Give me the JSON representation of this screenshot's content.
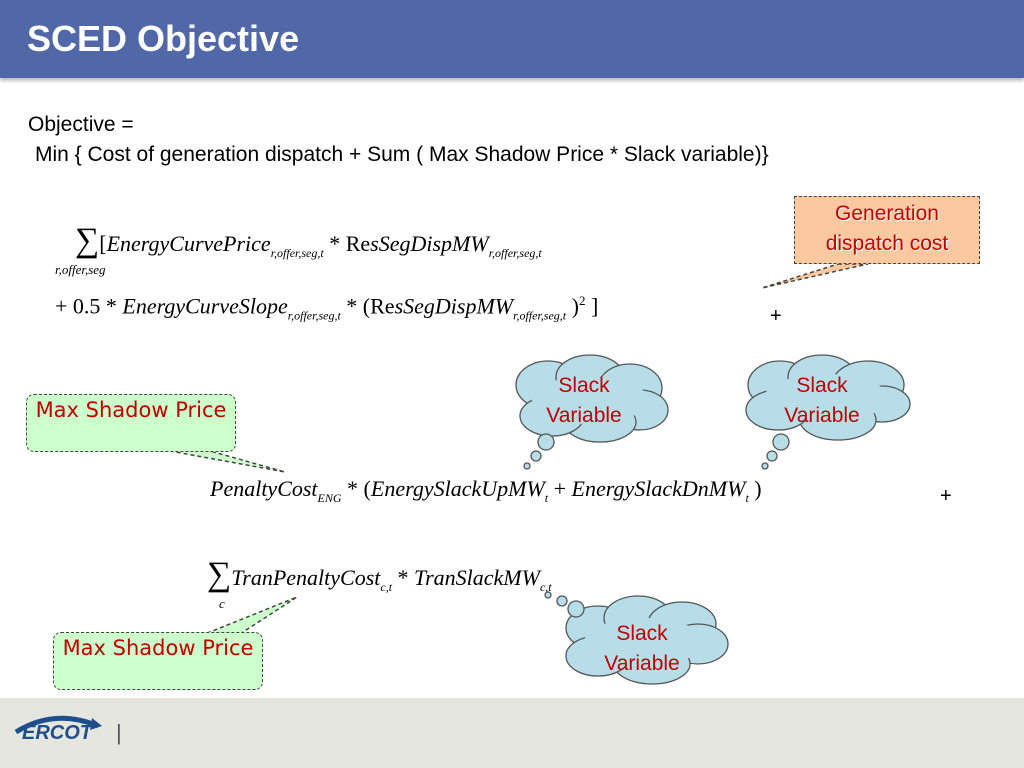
{
  "slide": {
    "title": "SCED Objective",
    "objective_line1": "Objective =",
    "objective_line2": "Min { Cost of generation dispatch + Sum ( Max Shadow Price * Slack variable)}"
  },
  "equations": {
    "eq1_sum_subscript": "r,offer,seg",
    "eq1_bracket": "[",
    "eq1_term1": "EnergyCurvePrice",
    "eq1_sub1": "r,offer,seg,t",
    "eq1_mult": " * ",
    "eq1_term2_upright": "Re",
    "eq1_term2": "sSegDispMW",
    "eq1_sub2": "r,offer,seg,t",
    "eq2_prefix": "+ 0.5 * ",
    "eq2_term1": "EnergyCurveSlope",
    "eq2_sub1": "r,offer,seg,t",
    "eq2_mult": " * (",
    "eq2_term2_upright": "Re",
    "eq2_term2": "sSegDispMW",
    "eq2_sub2": "r,offer,seg,t",
    "eq2_close": " )",
    "eq2_power": "2",
    "eq2_bracket": " ]",
    "eq3_term1": "PenaltyCost",
    "eq3_sub1": "ENG",
    "eq3_mid": " * (",
    "eq3_term2": "EnergySlackUpMW",
    "eq3_sub2": "t",
    "eq3_plus": " + ",
    "eq3_term3": "EnergySlackDnMW",
    "eq3_sub3": "t",
    "eq3_close": " )",
    "eq4_sum_subscript": "c",
    "eq4_term1": "TranPenaltyCost",
    "eq4_sub1": "c,t",
    "eq4_mult": " * ",
    "eq4_term2": "TranSlackMW",
    "eq4_sub2": "c,t"
  },
  "plus_signs": [
    "+",
    "+"
  ],
  "callouts": {
    "generation_cost": "Generation dispatch cost",
    "max_shadow_price_1": "Max Shadow Price",
    "max_shadow_price_2": "Max Shadow Price",
    "slack_1": "Slack Variable",
    "slack_2": "Slack Variable",
    "slack_3": "Slack Variable"
  },
  "footer": {
    "logo_text": "ERCOT",
    "separator": "|"
  },
  "colors": {
    "header_bg": "#5068a8",
    "callout_text": "#c00000",
    "orange_fill": "#fbc9a0",
    "green_fill": "#ccffcc",
    "cloud_fill": "#b7dee8",
    "footer_bg": "#e6e6e1",
    "logo_blue": "#1f4e8c"
  }
}
